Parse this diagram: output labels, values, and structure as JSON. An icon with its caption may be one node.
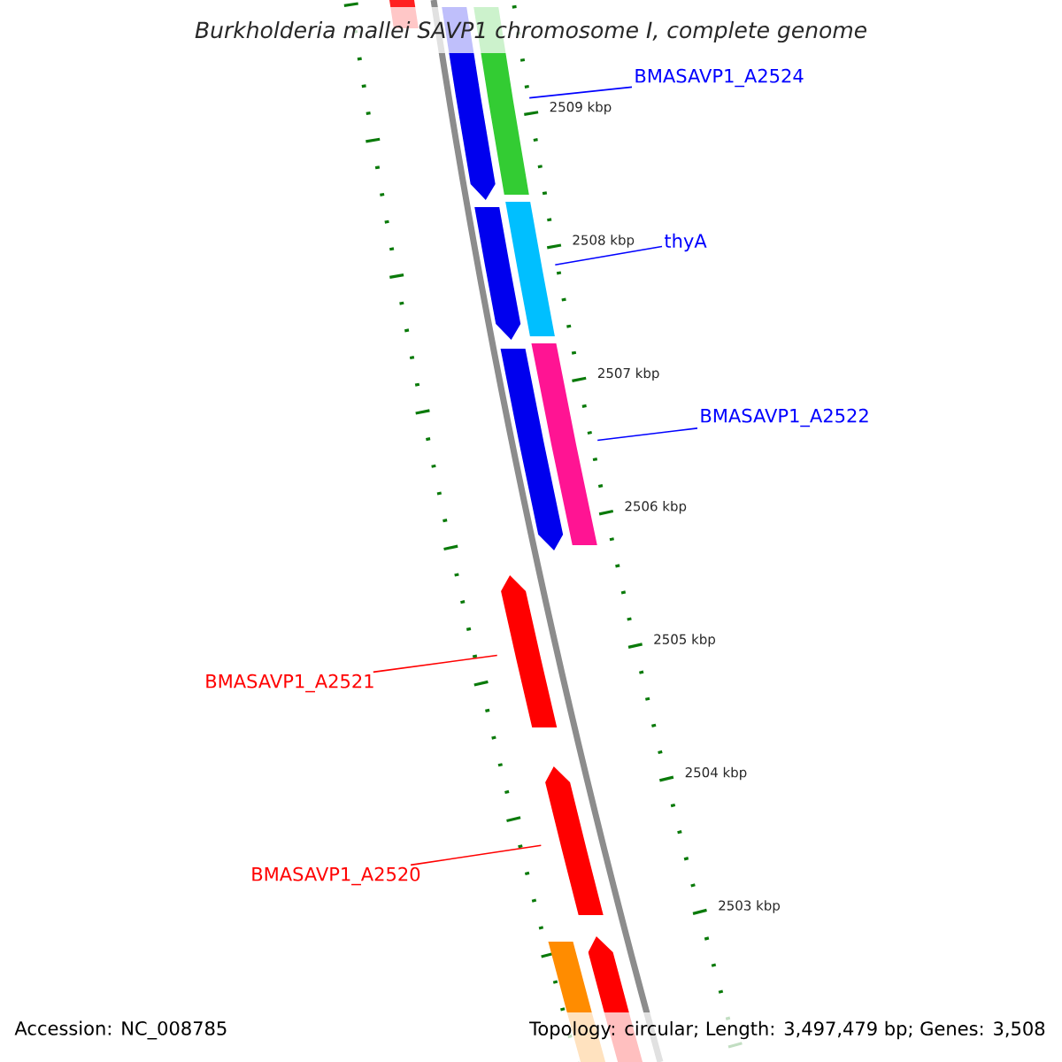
{
  "diagram": {
    "title": "Burkholderia mallei SAVP1 chromosome I, complete genome",
    "nodes": [
      {
        "text": [
          "BMASAVP1_A2524"
        ]
      },
      {
        "text": [
          "thyA"
        ]
      },
      {
        "text": [
          "BMASAVP1_A2522"
        ]
      },
      {
        "text": [
          "BMASAVP1_A2521"
        ]
      },
      {
        "text": [
          "BMASAVP1_A2520"
        ]
      },
      {
        "text": [],
        "shape": "bar"
      },
      {
        "text": [],
        "shape": "bar"
      },
      {
        "text": [],
        "shape": "bar"
      },
      {
        "text": [],
        "shape": "bar"
      },
      {
        "text": [],
        "shape": "bar"
      },
      {
        "text": [],
        "shape": "bar"
      },
      {
        "text": [],
        "shape": "bar"
      },
      {
        "text": [],
        "shape": "bar"
      },
      {
        "text": [],
        "shape": "bar"
      },
      {
        "text": [],
        "shape": "bar"
      },
      {
        "text": [],
        "shape": "bar"
      }
    ],
    "edges": [
      {
        "from": 0,
        "to": 7,
        "arrow": "none"
      },
      {
        "from": 1,
        "to": 9,
        "arrow": "none"
      },
      {
        "from": 2,
        "to": 11,
        "arrow": "none"
      },
      {
        "from": 3,
        "to": 12,
        "arrow": "none",
        "color": "#ff0000"
      },
      {
        "from": 4,
        "to": 13,
        "arrow": "none",
        "color": "#ff0000"
      }
    ],
    "labels": [
      "2509 kbp",
      "2508 kbp",
      "2507 kbp",
      "2506 kbp",
      "2505 kbp",
      "2504 kbp",
      "2503 kbp",
      "Accession: NC_008785",
      "Topology: circular; Length: 3,497,479 bp; Genes: 3,508"
    ]
  }
}
